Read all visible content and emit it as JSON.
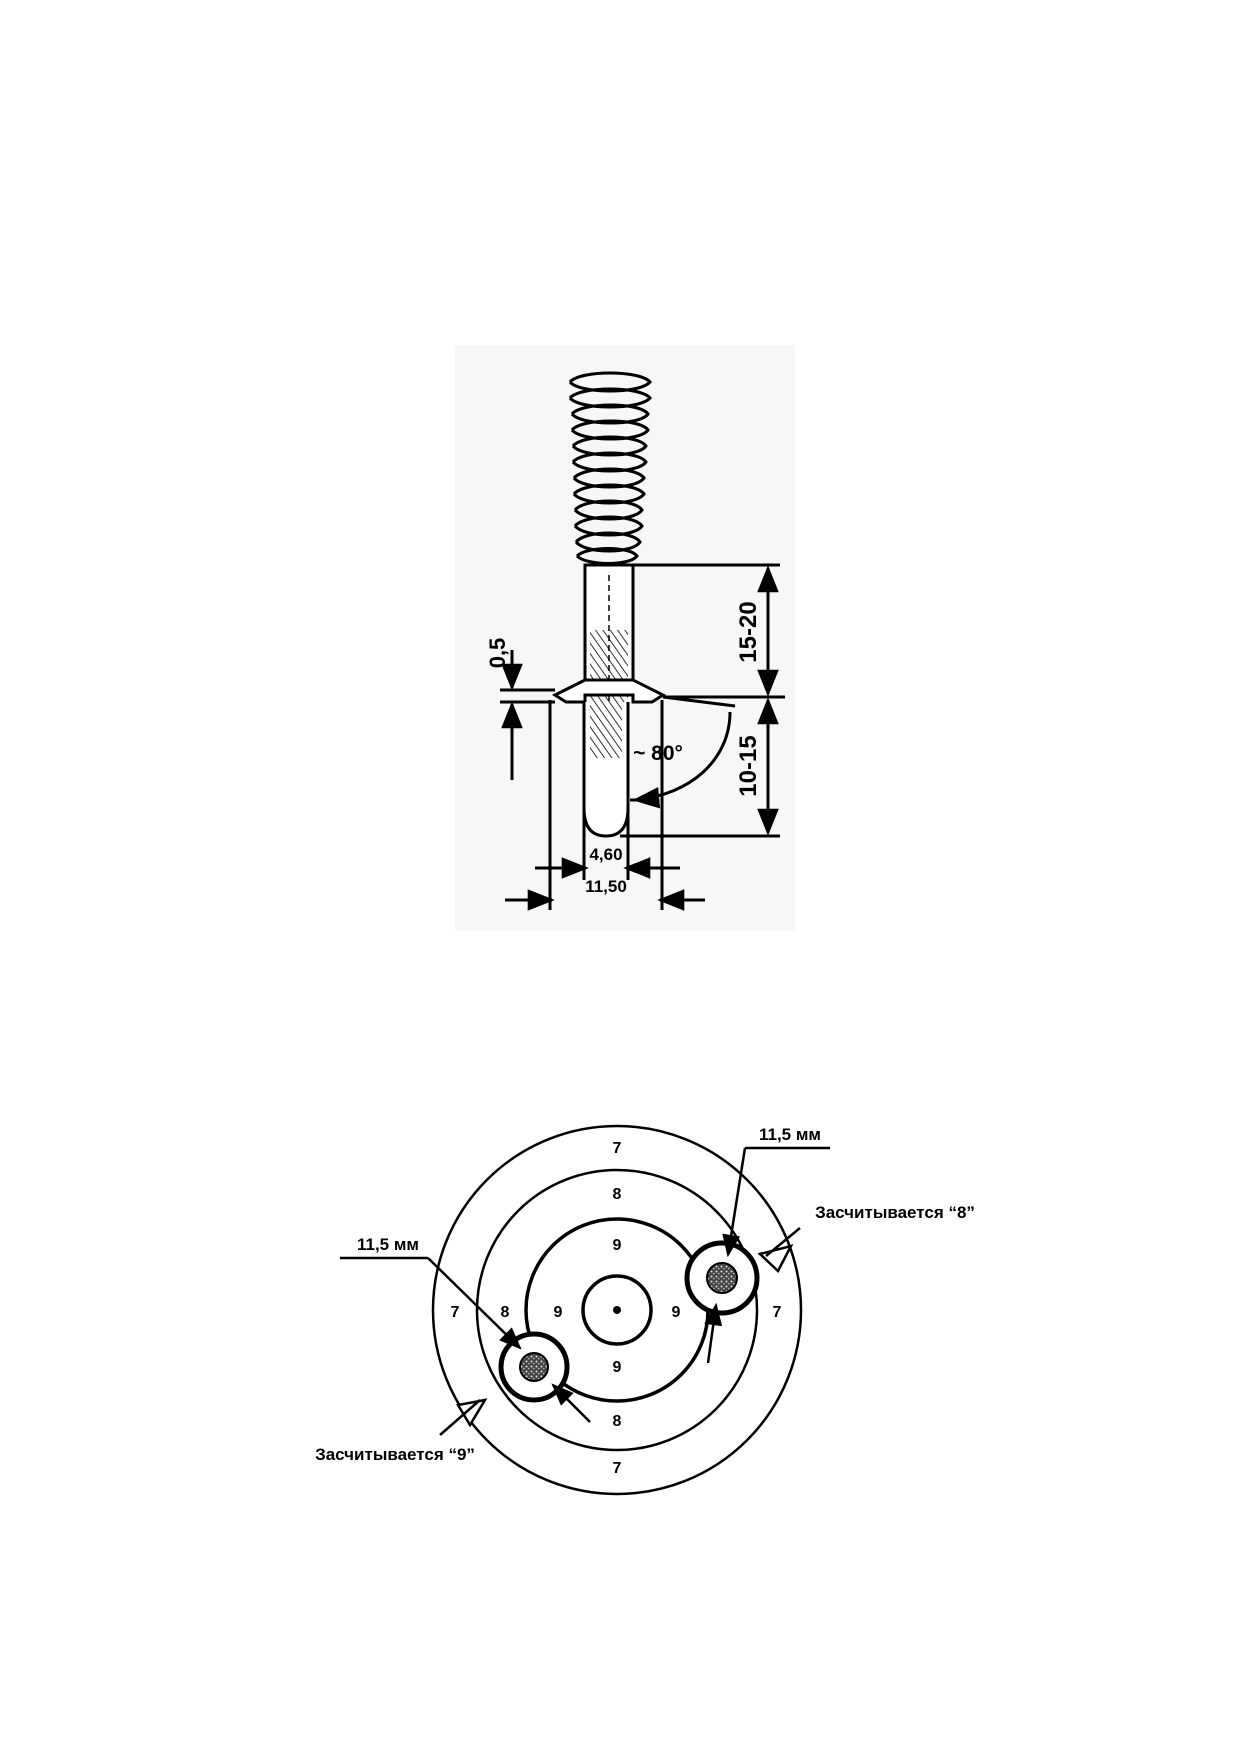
{
  "figure_top": {
    "dim_top_vertical": "15-20",
    "dim_bottom_vertical": "10-15",
    "dim_lip": "0,5",
    "angle": "~ 80°",
    "dim_inner_diameter": "4,60",
    "dim_outer_diameter": "11,50"
  },
  "figure_bottom": {
    "ring_values": {
      "outer": "7",
      "middle": "8",
      "inner": "9"
    },
    "callout_left_size": "11,5 мм",
    "callout_right_size": "11,5 мм",
    "caption_right": "Засчитывается “8”",
    "caption_left": "Засчитывается “9”"
  }
}
